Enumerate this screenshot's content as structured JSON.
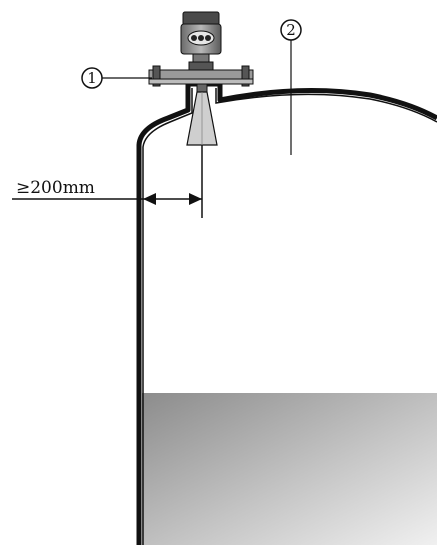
{
  "callouts": {
    "flange_number": "1",
    "tank_space_number": "2"
  },
  "dimension": {
    "min_distance_label": "≥200mm"
  },
  "colors": {
    "outline": "#111111",
    "liquid_top": "#8a8a8a",
    "liquid_bottom": "#f2f2f2",
    "background": "#ffffff"
  }
}
